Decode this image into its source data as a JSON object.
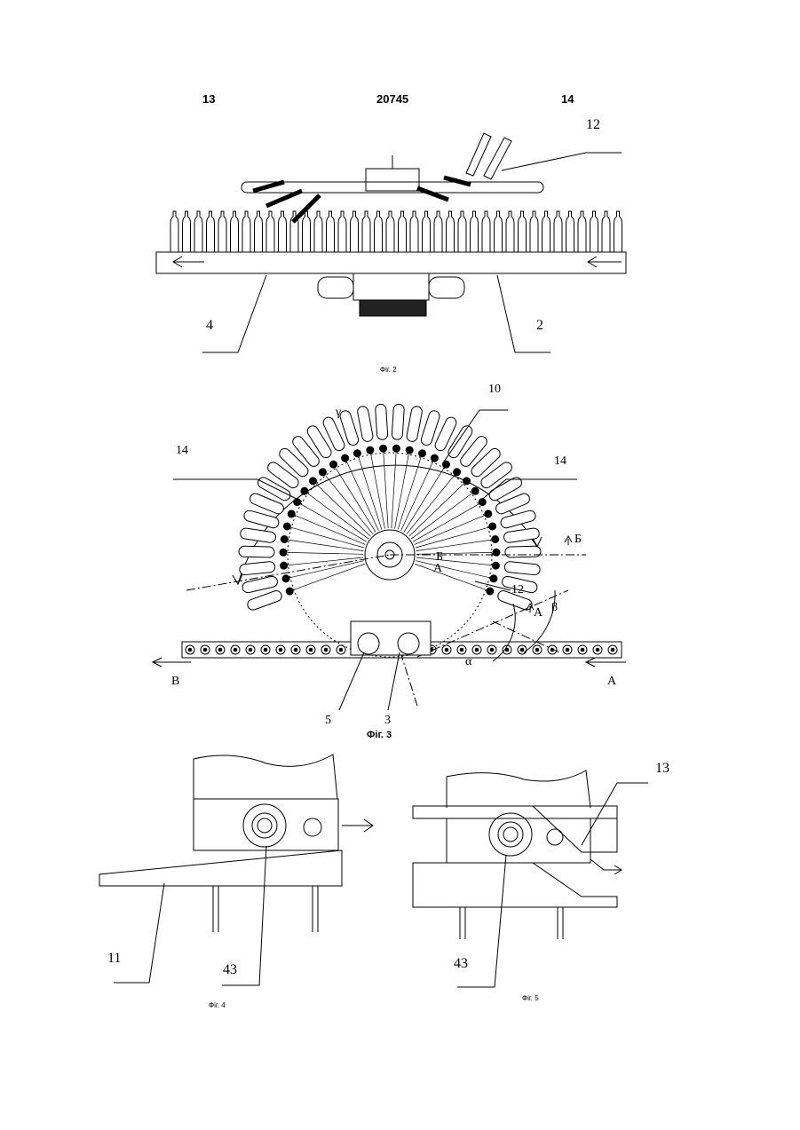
{
  "header": {
    "page_left": "13",
    "patent_number": "20745",
    "page_right": "14"
  },
  "figures": {
    "fig2": {
      "caption": "Фіг. 2",
      "refs": [
        "12",
        "4",
        "2"
      ]
    },
    "fig3": {
      "caption": "Фіг. 3",
      "refs": [
        "10",
        "14",
        "14",
        "12",
        "5",
        "3"
      ],
      "angles": [
        "γ",
        "β",
        "α"
      ],
      "section_marks": [
        "Б",
        "Б",
        "А",
        "А"
      ],
      "directions": [
        "B",
        "A"
      ]
    },
    "fig4": {
      "caption": "Фіг. 4",
      "refs": [
        "11",
        "43"
      ]
    },
    "fig5": {
      "caption": "Фіг. 5",
      "refs": [
        "13",
        "43"
      ]
    }
  }
}
